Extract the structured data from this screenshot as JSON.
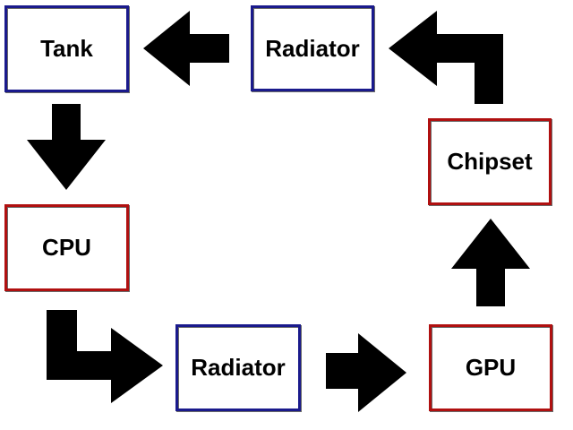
{
  "nodes": {
    "tank": "Tank",
    "radiator_top": "Radiator",
    "chipset": "Chipset",
    "cpu": "CPU",
    "radiator_bottom": "Radiator",
    "gpu": "GPU"
  },
  "colors": {
    "cold_border": "#1a1a8c",
    "hot_border": "#b01010",
    "arrow": "#000000",
    "background": "#ffffff"
  }
}
